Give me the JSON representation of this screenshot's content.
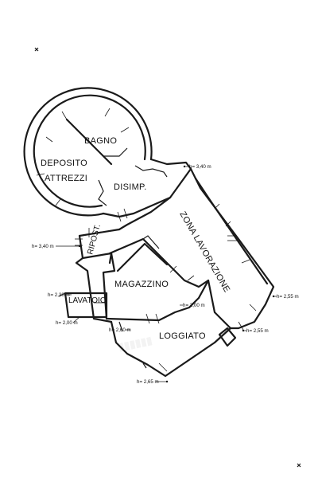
{
  "rooms": {
    "bagno": "BAGNO",
    "deposito": "DEPOSITO",
    "attrezzi": "ATTREZZI",
    "disimp": "DISIMP.",
    "ripost": "RIPOST.",
    "zona_lavorazione": "ZONA LAVORAZIONE",
    "magazzino": "MAGAZZINO",
    "lavatoio": "LAVATOIO",
    "loggiato": "LOGGIATO"
  },
  "heights": {
    "h_top_right": "h= 3,40 m",
    "h_left": "h= 3,40 m",
    "h_lavatoio_top": "h= 2,30 m",
    "h_lavatoio_bottom": "h= 2,00 m",
    "h_center": "h= 2,60 m",
    "h_inner": "h= 2,00 m",
    "h_right_upper": "h= 2,55 m",
    "h_right_lower": "h= 2,55 m",
    "h_bottom": "h= 2,65 m"
  }
}
